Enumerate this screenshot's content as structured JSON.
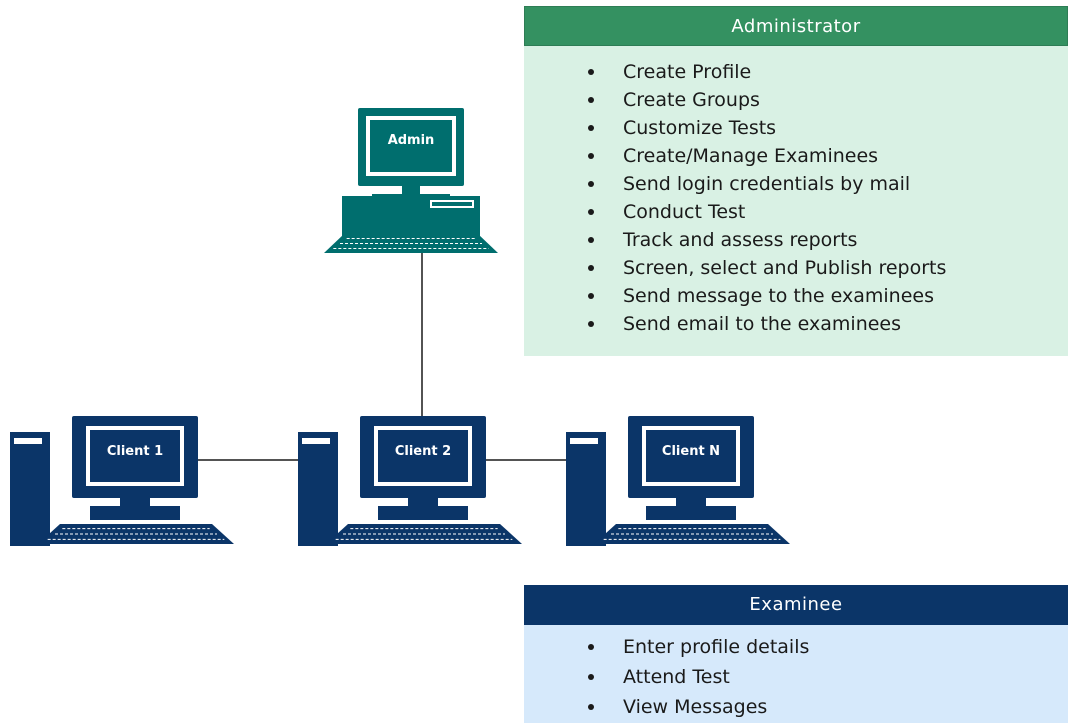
{
  "nodes": {
    "admin": {
      "label": "Admin",
      "theme": "admin"
    },
    "client1": {
      "label": "Client 1",
      "theme": "client"
    },
    "client2": {
      "label": "Client 2",
      "theme": "client"
    },
    "clientN": {
      "label": "Client N",
      "theme": "client"
    }
  },
  "colors": {
    "admin_dark": "#006e6e",
    "admin_light": "#ffffff",
    "client_dark": "#0b3568",
    "client_light": "#ffffff",
    "connector": "#1a1a1a",
    "admin_header": "#349161",
    "admin_body": "#d9f1e4",
    "examinee_header": "#0b3568",
    "examinee_body": "#d6e9fb"
  },
  "administrator": {
    "title": "Administrator",
    "items": [
      "Create Profile",
      "Create Groups",
      "Customize Tests",
      "Create/Manage Examinees",
      "Send login credentials by mail",
      "Conduct Test",
      "Track and assess reports",
      "Screen, select and Publish reports",
      "Send message to the examinees",
      "Send email to the examinees"
    ]
  },
  "examinee": {
    "title": "Examinee",
    "items": [
      "Enter profile details",
      "Attend Test",
      "View Messages"
    ]
  }
}
